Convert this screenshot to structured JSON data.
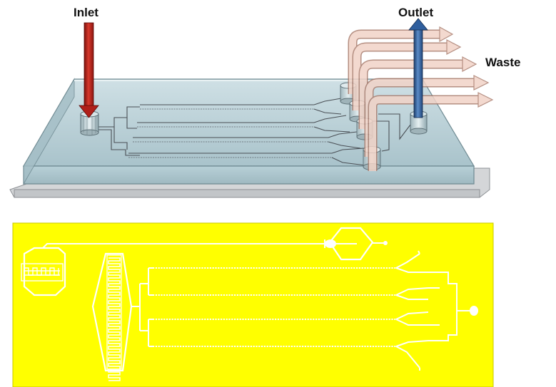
{
  "labels": {
    "inlet": "Inlet",
    "outlet": "Outlet",
    "waste": "Waste"
  },
  "colors": {
    "inlet_arrow": "#b0201a",
    "outlet_arrow": "#2f5f9e",
    "waste_arrow": "#e8bfae",
    "chip_glass": "#a9c4cc",
    "mask_background": "#ffff00",
    "mask_channels": "#ffffff"
  }
}
